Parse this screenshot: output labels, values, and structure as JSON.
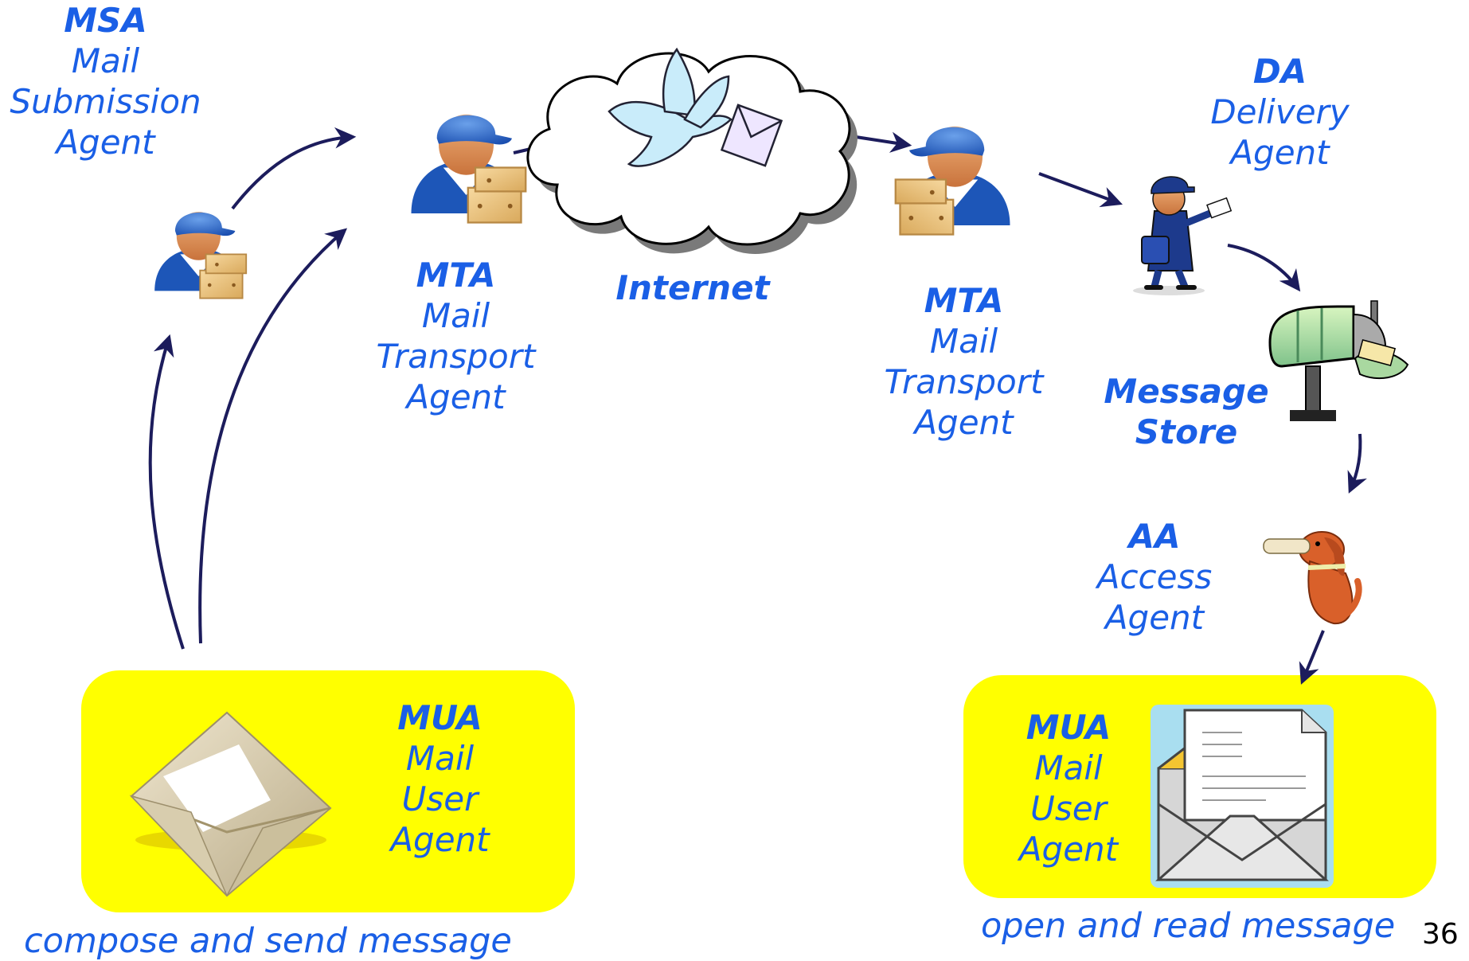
{
  "msa": {
    "title": "MSA",
    "lines": [
      "Mail",
      "Submission",
      "Agent"
    ]
  },
  "mta_left": {
    "title": "MTA",
    "lines": [
      "Mail",
      "Transport",
      "Agent"
    ]
  },
  "internet": {
    "title": "Internet"
  },
  "mta_right": {
    "title": "MTA",
    "lines": [
      "Mail",
      "Transport",
      "Agent"
    ]
  },
  "da": {
    "title": "DA",
    "lines": [
      "Delivery",
      "Agent"
    ]
  },
  "message_store": {
    "title_lines": [
      "Message",
      "Store"
    ]
  },
  "aa": {
    "title": "AA",
    "lines": [
      "Access",
      "Agent"
    ]
  },
  "mua_left": {
    "title": "MUA",
    "lines": [
      "Mail",
      "User",
      "Agent"
    ],
    "caption": "compose and send message"
  },
  "mua_right": {
    "title": "MUA",
    "lines": [
      "Mail",
      "User",
      "Agent"
    ],
    "caption": "open and read message"
  },
  "page_number": "36",
  "colors": {
    "label_blue": "#1a5fe6",
    "highlight_yellow": "#ffff00",
    "arrow_navy": "#1c1c5c"
  }
}
